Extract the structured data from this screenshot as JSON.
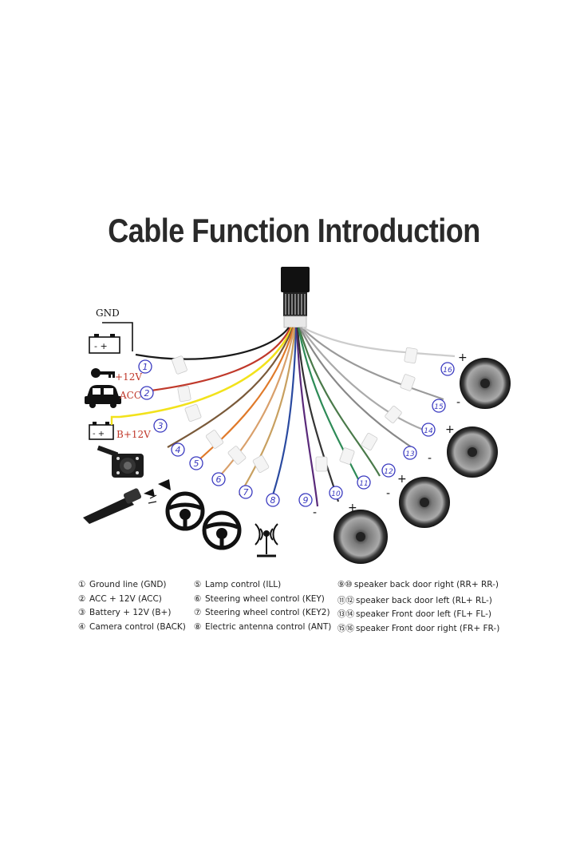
{
  "title": "Cable Function Introduction",
  "labels": {
    "gnd": "GND",
    "plus12v": "+12V",
    "acc": "ACC",
    "bplus12v": "B+12V",
    "minus_plus": "- +",
    "plus": "+",
    "minus": "-"
  },
  "wire_numbers": [
    "1",
    "2",
    "3",
    "4",
    "5",
    "6",
    "7",
    "8",
    "9",
    "10",
    "11",
    "12",
    "13",
    "14",
    "15",
    "16"
  ],
  "legend": {
    "col1": [
      {
        "mark": "①",
        "text": "Ground line (GND)"
      },
      {
        "mark": "②",
        "text": "ACC + 12V (ACC)"
      },
      {
        "mark": "③",
        "text": "Battery + 12V (B+)"
      },
      {
        "mark": "④",
        "text": "Camera control (BACK)"
      }
    ],
    "col2": [
      {
        "mark": "⑤",
        "text": "Lamp control (ILL)"
      },
      {
        "mark": "⑥",
        "text": "Steering wheel control (KEY)"
      },
      {
        "mark": "⑦",
        "text": "Steering wheel control (KEY2)"
      },
      {
        "mark": "⑧",
        "text": "Electric antenna control (ANT)"
      }
    ],
    "col3": [
      {
        "mark": "⑨⑩",
        "text": "speaker back door right (RR+ RR-)"
      },
      {
        "mark": "⑪⑫",
        "text": "speaker back door left (RL+ RL-)"
      },
      {
        "mark": "⑬⑭",
        "text": "speaker Front door left (FL+ FL-)"
      },
      {
        "mark": "⑮⑯",
        "text": "speaker Front door right (FR+ FR-)"
      }
    ]
  },
  "colors": {
    "gnd_wire": "#1a1a1a",
    "acc_wire": "#c0392b",
    "battery_wire": "#f2e21b",
    "back_wire": "#7a5a3a",
    "ill_wire": "#e07a2a",
    "key_wire": "#d9a06b",
    "key2_wire": "#c8a060",
    "ant_wire": "#2a4aa0",
    "rr_plus": "#5a2a7a",
    "rr_minus": "#333333",
    "rl_plus": "#2e8b57",
    "rl_minus": "#4a7a4a",
    "fl_plus": "#888888",
    "fl_minus": "#aaaaaa",
    "fr_plus": "#9a9a9a",
    "fr_minus": "#cccccc",
    "number_circle": "#3a3ac0"
  },
  "icons": [
    "battery-icon",
    "key-icon",
    "car-icon",
    "camera-icon",
    "lamp-switch-icon",
    "steering-wheel-icon",
    "antenna-icon",
    "speaker-icon",
    "connector-icon"
  ]
}
